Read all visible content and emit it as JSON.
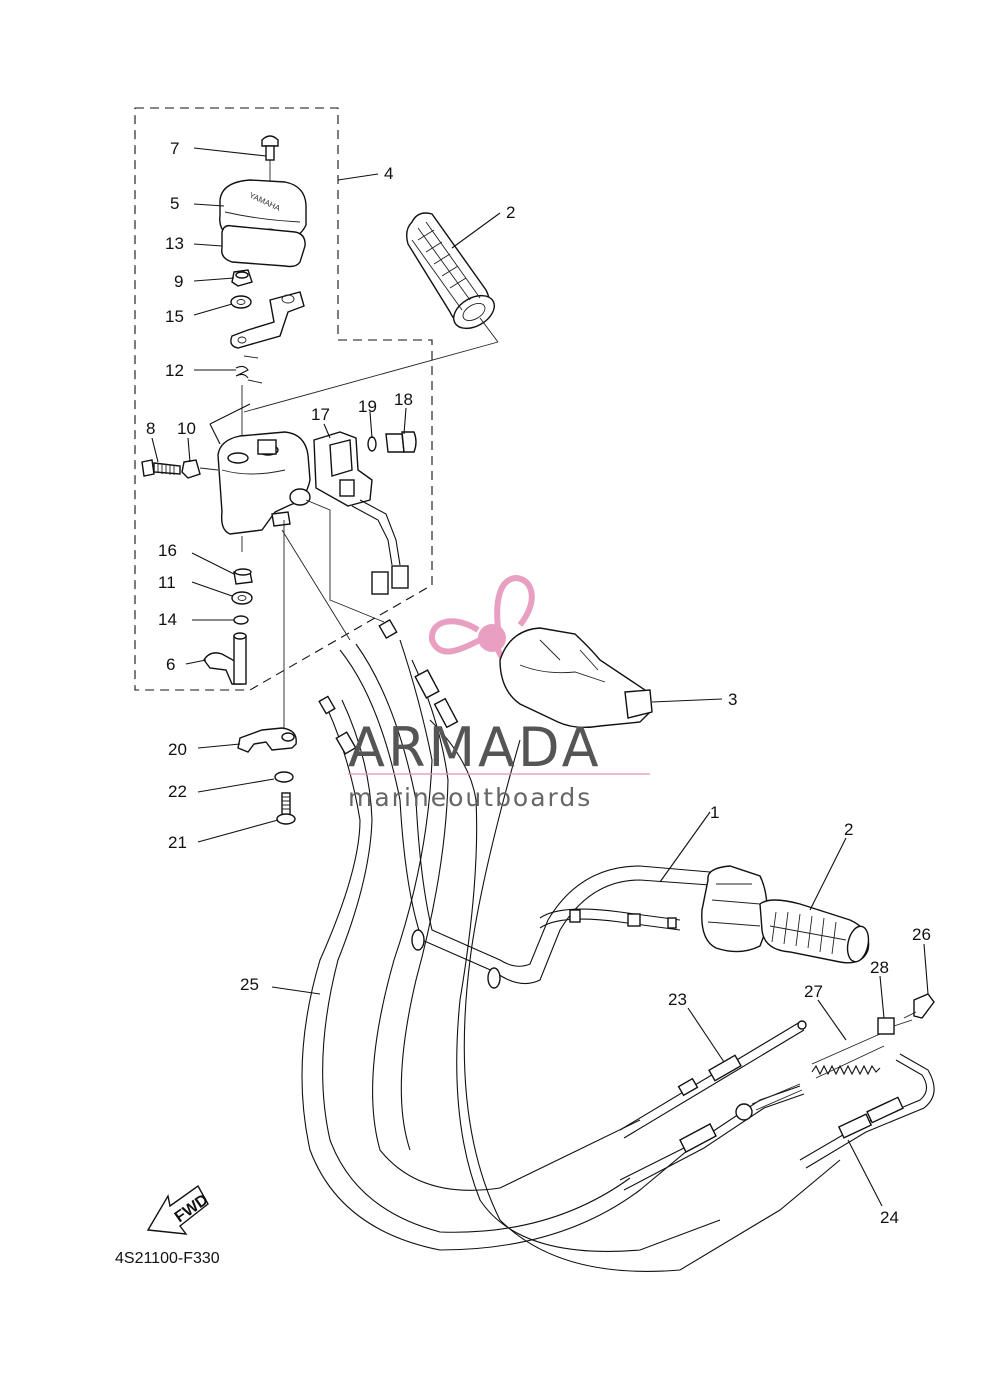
{
  "labels": {
    "p1": "1",
    "p2a": "2",
    "p2b": "2",
    "p3": "3",
    "p4": "4",
    "p5": "5",
    "p6": "6",
    "p7": "7",
    "p8": "8",
    "p9": "9",
    "p10": "10",
    "p11": "11",
    "p12": "12",
    "p13": "13",
    "p14": "14",
    "p15": "15",
    "p16": "16",
    "p17": "17",
    "p18": "18",
    "p19": "19",
    "p20": "20",
    "p21": "21",
    "p22": "22",
    "p23": "23",
    "p24": "24",
    "p25": "25",
    "p26": "26",
    "p27": "27",
    "p28": "28"
  },
  "watermark": {
    "brand": "ARMADA",
    "tagline": "marineoutboards",
    "color": "#e58fb8"
  },
  "fwd_label": "FWD",
  "diagram_code": "4S21100-F330"
}
